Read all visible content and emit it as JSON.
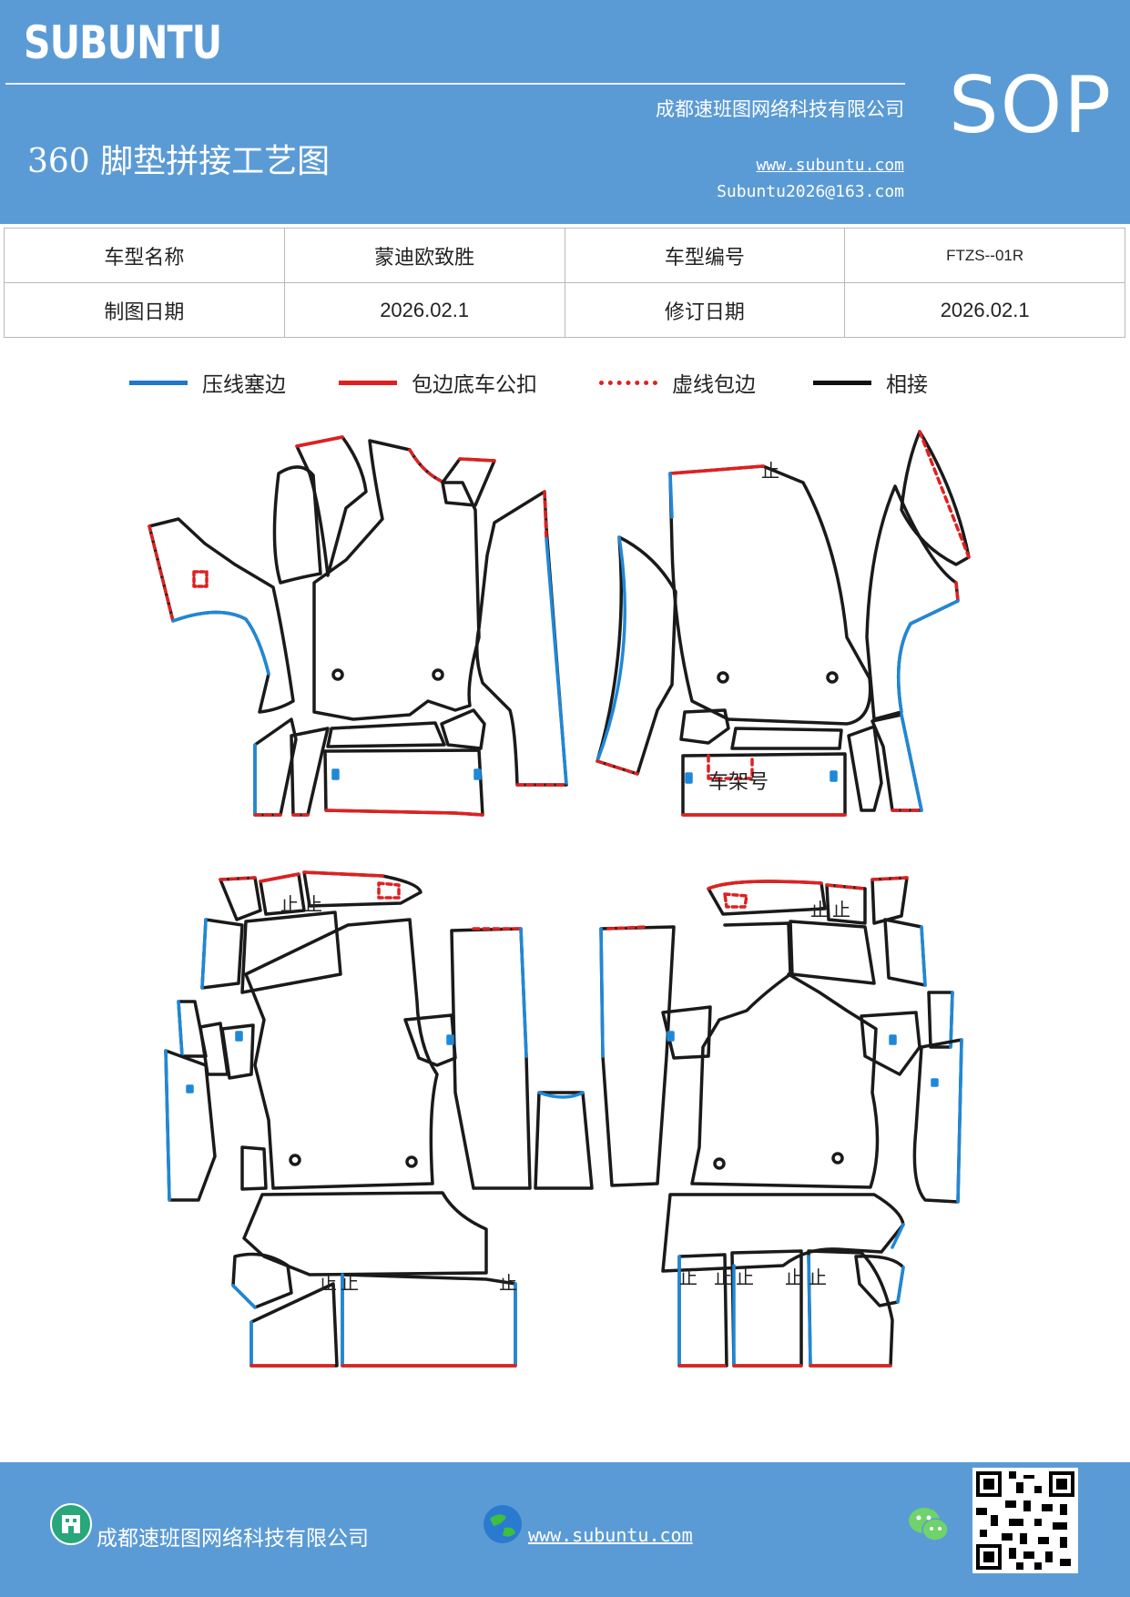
{
  "header": {
    "brand": "SUBUNTU",
    "company": "成都速班图网络科技有限公司",
    "title": "360 脚垫拼接工艺图",
    "website": "www.subuntu.com",
    "email": "Subuntu2026@163.com",
    "badge": "SOP"
  },
  "info_table": {
    "rows": [
      {
        "label1": "车型名称",
        "value1": "蒙迪欧致胜",
        "label2": "车型编号",
        "value2": "FTZS--01R"
      },
      {
        "label1": "制图日期",
        "value1": "2026.02.1",
        "label2": "修订日期",
        "value2": "2026.02.1"
      }
    ]
  },
  "legend": [
    {
      "label": "压线塞边",
      "color": "#1f78c8",
      "style": "solid"
    },
    {
      "label": "包边底车公扣",
      "color": "#e02020",
      "style": "solid"
    },
    {
      "label": "虚线包边",
      "color": "#e02020",
      "style": "dashed"
    },
    {
      "label": "相接",
      "color": "#111111",
      "style": "solid"
    }
  ],
  "drawing": {
    "marks": {
      "stop": "止",
      "frame_number": "车架号"
    },
    "colors": {
      "outline": "#1a1a1a",
      "blue": "#1f88d8",
      "red": "#e02020"
    }
  },
  "footer": {
    "company": "成都速班图网络科技有限公司",
    "website": "www.subuntu.com"
  }
}
